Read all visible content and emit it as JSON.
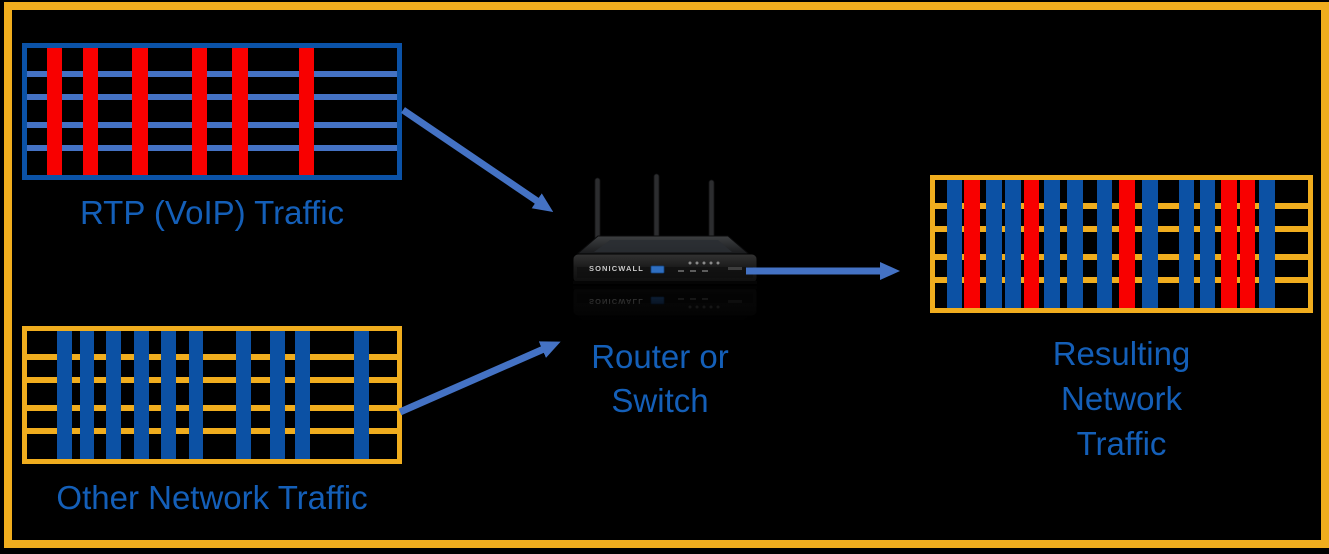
{
  "colors": {
    "background": "#000000",
    "frame": "#F0AD1E",
    "blue_border": "#0B52A7",
    "blue_grid": "#4472C4",
    "orange_grid": "#F0AD1E",
    "red_bar": "#F80000",
    "blue_bar": "#0C51A4",
    "label": "#145FB8",
    "arrow": "#4472C4"
  },
  "labels": {
    "rtp": "RTP (VoIP) Traffic",
    "other": "Other Network Traffic",
    "router_line1": "Router or",
    "router_line2": "Switch",
    "result_line1": "Resulting",
    "result_line2": "Network",
    "result_line3": "Traffic"
  },
  "device": {
    "brand": "SONICWALL"
  },
  "traffic_patterns": {
    "rtp": {
      "description": "RTP (VoIP) packet stream: red packets on blue timeline",
      "border_color": "blue_border",
      "grid_color": "blue_grid",
      "grid_rows_pct": [
        18,
        36,
        58,
        76
      ],
      "bar_width_pct": 4.2,
      "bars": [
        {
          "x": 5.3,
          "c": "R"
        },
        {
          "x": 15.0,
          "c": "R"
        },
        {
          "x": 28.4,
          "c": "R"
        },
        {
          "x": 44.5,
          "c": "R"
        },
        {
          "x": 55.5,
          "c": "R"
        },
        {
          "x": 73.4,
          "c": "R"
        }
      ]
    },
    "other": {
      "description": "Other network packet stream: blue packets on orange timeline",
      "border_color": "orange_grid",
      "grid_color": "orange_grid",
      "grid_rows_pct": [
        18,
        36,
        58,
        76
      ],
      "bar_width_pct": 4.0,
      "bars": [
        {
          "x": 8.2,
          "c": "B"
        },
        {
          "x": 14.2,
          "c": "B"
        },
        {
          "x": 21.3,
          "c": "B"
        },
        {
          "x": 28.9,
          "c": "B"
        },
        {
          "x": 36.3,
          "c": "B"
        },
        {
          "x": 43.7,
          "c": "B"
        },
        {
          "x": 56.6,
          "c": "B"
        },
        {
          "x": 65.8,
          "c": "B"
        },
        {
          "x": 72.4,
          "c": "B"
        },
        {
          "x": 88.4,
          "c": "B"
        }
      ]
    },
    "result": {
      "description": "Resulting multiplexed stream of red and blue packets on orange timeline",
      "border_color": "orange_grid",
      "grid_color": "orange_grid",
      "grid_rows_pct": [
        18,
        36,
        58,
        76
      ],
      "bar_width_pct": 4.2,
      "bars": [
        {
          "x": 3.1,
          "c": "B"
        },
        {
          "x": 7.8,
          "c": "R"
        },
        {
          "x": 13.8,
          "c": "B"
        },
        {
          "x": 18.8,
          "c": "B"
        },
        {
          "x": 23.8,
          "c": "R"
        },
        {
          "x": 29.2,
          "c": "B"
        },
        {
          "x": 35.5,
          "c": "B"
        },
        {
          "x": 43.3,
          "c": "B"
        },
        {
          "x": 49.3,
          "c": "R"
        },
        {
          "x": 55.6,
          "c": "B"
        },
        {
          "x": 65.3,
          "c": "B"
        },
        {
          "x": 71.0,
          "c": "B"
        },
        {
          "x": 76.8,
          "c": "R"
        },
        {
          "x": 81.7,
          "c": "R"
        },
        {
          "x": 86.9,
          "c": "B"
        }
      ]
    }
  }
}
